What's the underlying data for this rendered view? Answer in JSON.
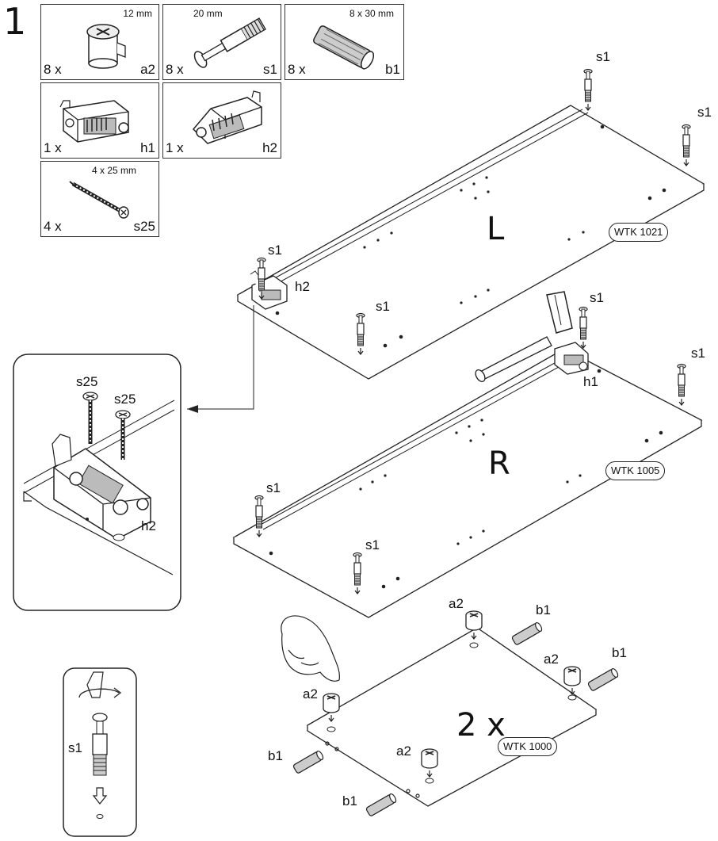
{
  "step_number": "1",
  "parts": [
    {
      "qty": "8 x",
      "code": "a2",
      "size": "12 mm",
      "icon": "cam-lock-icon"
    },
    {
      "qty": "8 x",
      "code": "s1",
      "size": "20 mm",
      "icon": "connecting-bolt-icon"
    },
    {
      "qty": "8 x",
      "code": "b1",
      "size": "8 x 30 mm",
      "icon": "wooden-dowel-icon"
    },
    {
      "qty": "1 x",
      "code": "h1",
      "size": "",
      "icon": "hinge-bracket-right-icon"
    },
    {
      "qty": "1 x",
      "code": "h2",
      "size": "",
      "icon": "hinge-bracket-left-icon"
    },
    {
      "qty": "4 x",
      "code": "s25",
      "size": "4 x 25 mm",
      "icon": "screw-icon"
    }
  ],
  "panels": {
    "left": {
      "letter": "L",
      "label": "WTK 1021",
      "bolt_label": "s1",
      "hinge_label": "h2"
    },
    "right": {
      "letter": "R",
      "label": "WTK 1005",
      "bolt_label": "s1",
      "hinge_label": "h1"
    },
    "shelf": {
      "quantity": "2 x",
      "label": "WTK 1000",
      "cam_label": "a2",
      "dowel_label": "b1"
    }
  },
  "detail": {
    "screw_label": "s25",
    "hinge_label": "h2"
  },
  "bolt_detail": {
    "label": "s1"
  }
}
